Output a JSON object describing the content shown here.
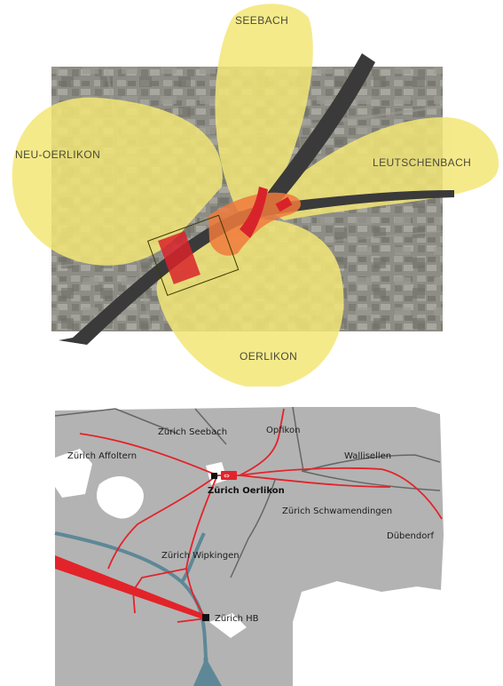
{
  "aerial_map": {
    "labels": {
      "seebach": "SEEBACH",
      "neu_oerlikon": "NEU-OERLIKON",
      "leutschenbach": "LEUTSCHENBACH",
      "oerlikon": "OERLIKON"
    },
    "colors": {
      "petal": "#f3e676",
      "aerial_base": "#8e8e86",
      "rail": "#3a3a3a",
      "focus": "#f07a3c",
      "hotspot": "#d8232a"
    }
  },
  "transit_map": {
    "places": {
      "seebach": "Zürich Seebach",
      "opfikon": "Opfikon",
      "affoltern": "Zürich Affoltern",
      "wallisellen": "Wallisellen",
      "oerlikon": "Zürich Oerlikon",
      "schwamendingen": "Zürich Schwamendingen",
      "duebendorf": "Dübendorf",
      "wipkingen": "Zürich Wipkingen",
      "hb": "Zürich HB"
    },
    "colors": {
      "land": "#b3b3b3",
      "rail": "#e3232a",
      "road": "#666666",
      "river": "#5e8897",
      "station": "#111111"
    }
  }
}
